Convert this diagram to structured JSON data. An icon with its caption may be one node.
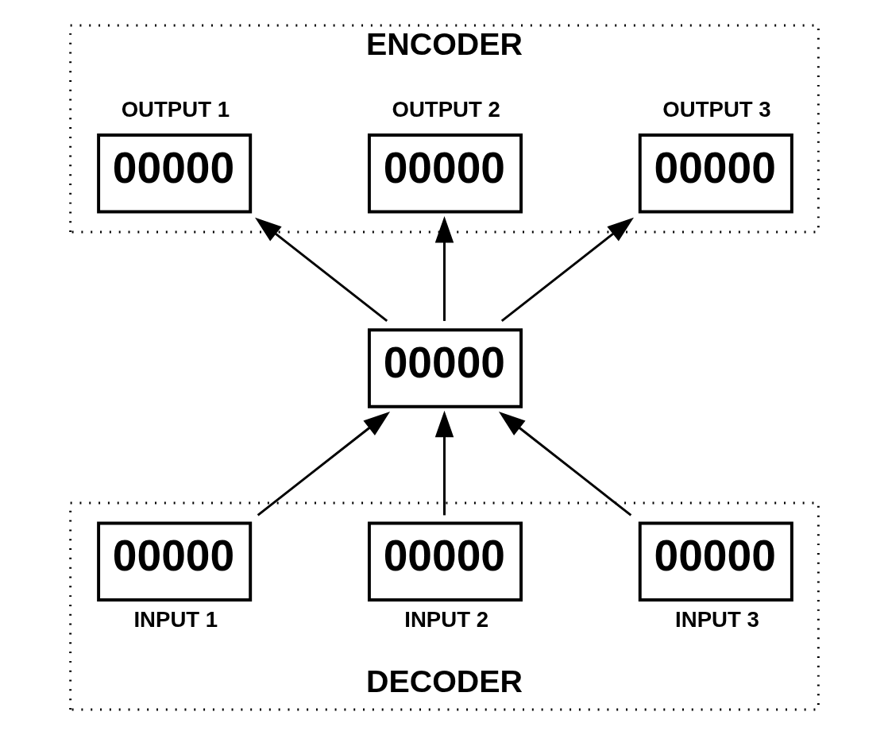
{
  "diagram": {
    "nodes": [
      {
        "text": [
          "ENCODER"
        ]
      },
      {
        "text": [
          "OUTPUT 1",
          "00000"
        ],
        "in": 0
      },
      {
        "text": [
          "OUTPUT 2",
          "00000"
        ],
        "in": 0
      },
      {
        "text": [
          "OUTPUT 3",
          "00000"
        ],
        "in": 0
      },
      {
        "text": [
          "00000"
        ]
      },
      {
        "text": [
          "DECODER"
        ]
      },
      {
        "text": [
          "00000",
          "INPUT 1"
        ],
        "in": 5
      },
      {
        "text": [
          "00000",
          "INPUT 2"
        ],
        "in": 5
      },
      {
        "text": [
          "00000",
          "INPUT 3"
        ],
        "in": 5
      }
    ],
    "edges": [
      {
        "from": 4,
        "to": 1,
        "arrow": "to"
      },
      {
        "from": 4,
        "to": 2,
        "arrow": "to"
      },
      {
        "from": 4,
        "to": 3,
        "arrow": "to"
      },
      {
        "from": 6,
        "to": 4,
        "arrow": "to"
      },
      {
        "from": 7,
        "to": 4,
        "arrow": "to"
      },
      {
        "from": 8,
        "to": 4,
        "arrow": "to"
      }
    ]
  }
}
